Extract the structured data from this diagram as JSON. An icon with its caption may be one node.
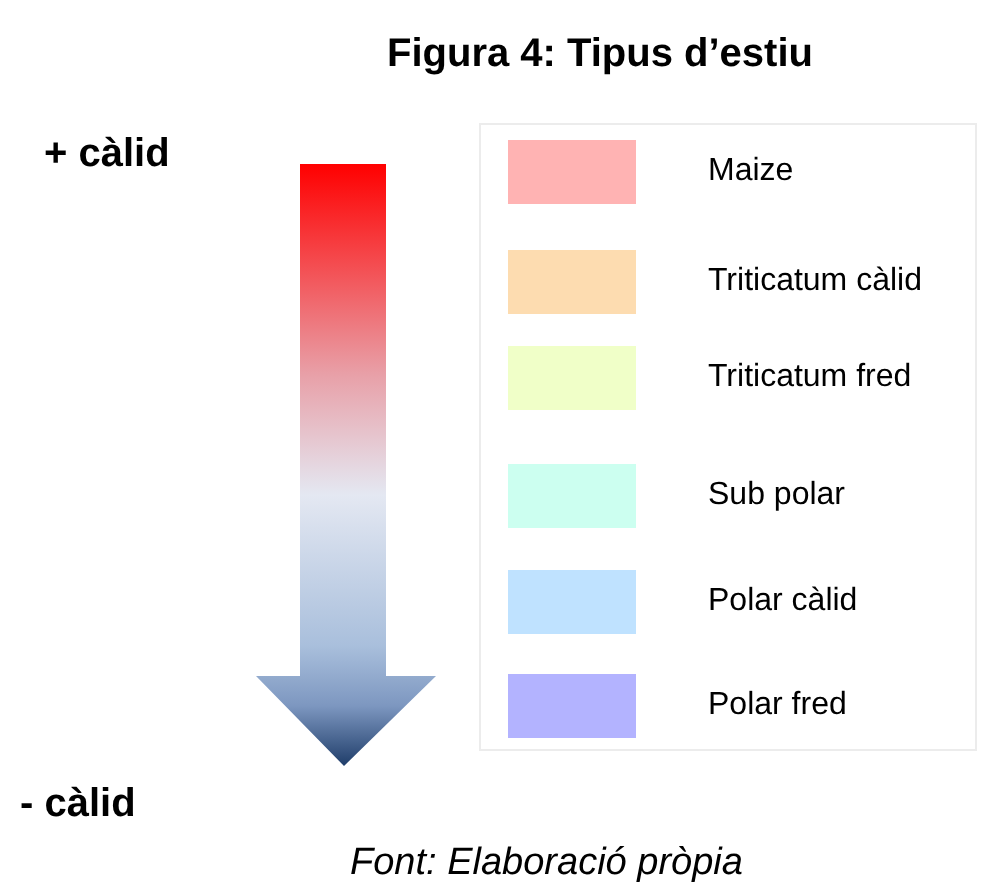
{
  "diagram": {
    "title": "Figura 4: Tipus d’estiu",
    "labels": [
      "+ càlid",
      "- càlid"
    ],
    "caption": "Font: Elaboració pròpia",
    "legend": [
      {
        "text": "Maize",
        "color": "#ffb3b3"
      },
      {
        "text": "Triticatum càlid",
        "color": "#fddcb0"
      },
      {
        "text": "Triticatum fred",
        "color": "#f0ffc8"
      },
      {
        "text": "Sub polar",
        "color": "#ccfff0"
      },
      {
        "text": "Polar càlid",
        "color": "#bfe2ff"
      },
      {
        "text": "Polar fred",
        "color": "#b3b3ff"
      }
    ]
  }
}
